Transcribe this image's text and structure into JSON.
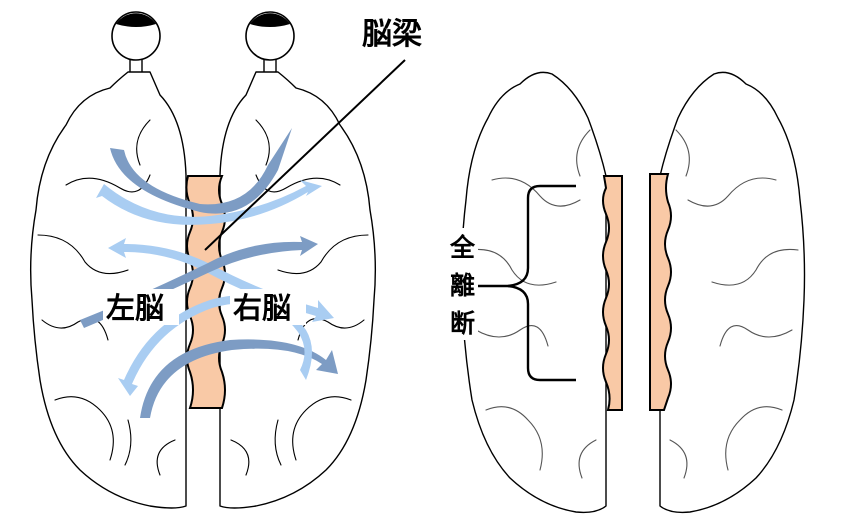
{
  "labels": {
    "corpus_callosum": "脳梁",
    "left_brain": "左脳",
    "right_brain": "右脳",
    "full_severance": [
      "全",
      "離",
      "断"
    ]
  },
  "colors": {
    "corpus_callosum_fill": "#f9c9a6",
    "arrow_dark": "#7d9cc4",
    "arrow_light": "#a9cdf2",
    "outline": "#000000"
  }
}
